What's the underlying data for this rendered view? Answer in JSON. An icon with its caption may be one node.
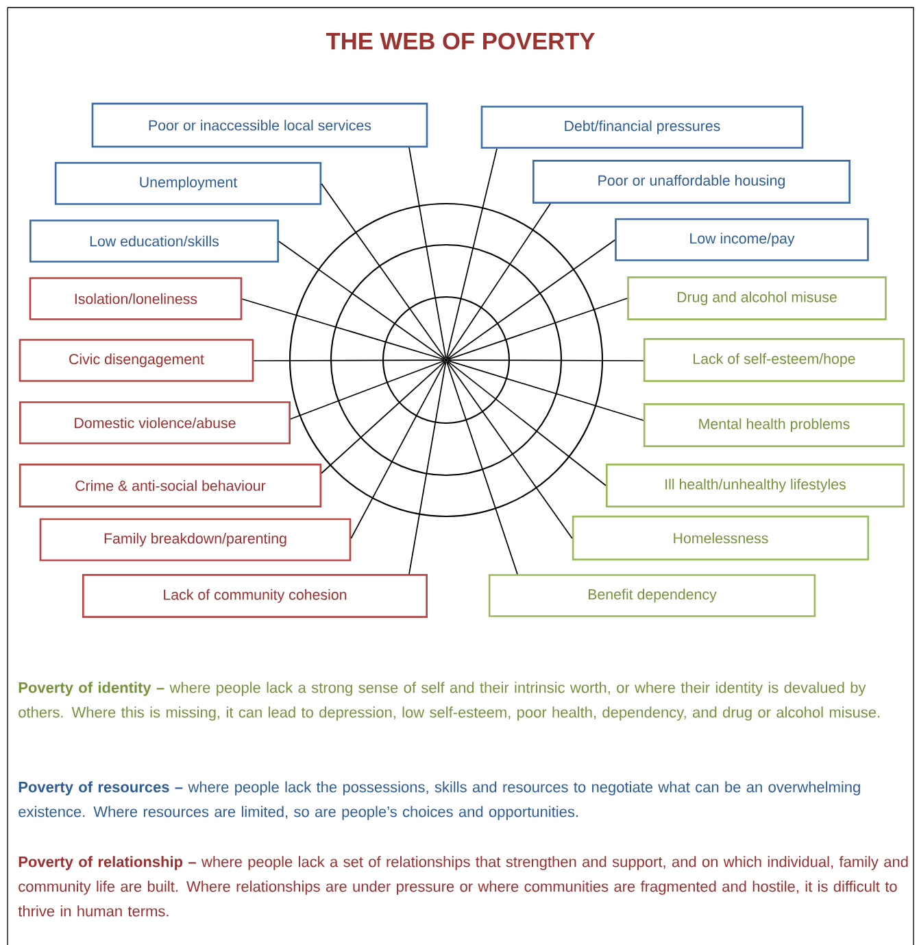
{
  "diagram": {
    "title": "THE WEB OF POVERTY",
    "nodes": [
      {
        "text": [
          "Poor or inaccessible local services"
        ]
      },
      {
        "text": [
          "Debt/financial pressures"
        ]
      },
      {
        "text": [
          "Unemployment"
        ]
      },
      {
        "text": [
          "Poor or unaffordable housing"
        ]
      },
      {
        "text": [
          "Low education/skills"
        ]
      },
      {
        "text": [
          "Low income/pay"
        ]
      },
      {
        "text": [
          "Isolation/loneliness"
        ]
      },
      {
        "text": [
          "Drug and alcohol misuse"
        ]
      },
      {
        "text": [
          "Civic disengagement"
        ]
      },
      {
        "text": [
          "Lack of self-esteem/hope"
        ]
      },
      {
        "text": [
          "Domestic violence/abuse"
        ]
      },
      {
        "text": [
          "Mental health problems"
        ]
      },
      {
        "text": [
          "Crime & anti-social behaviour"
        ]
      },
      {
        "text": [
          "Ill health/unhealthy lifestyles"
        ]
      },
      {
        "text": [
          "Family breakdown/parenting"
        ]
      },
      {
        "text": [
          "Homelessness"
        ]
      },
      {
        "text": [
          "Lack of community cohesion"
        ]
      },
      {
        "text": [
          "Benefit dependency"
        ]
      },
      {
        "text": [],
        "shape": "circle"
      }
    ],
    "edges": [
      {
        "from": 0,
        "to": 18,
        "arrow": "none"
      },
      {
        "from": 1,
        "to": 18,
        "arrow": "none"
      },
      {
        "from": 2,
        "to": 18,
        "arrow": "none"
      },
      {
        "from": 3,
        "to": 18,
        "arrow": "none"
      },
      {
        "from": 4,
        "to": 18,
        "arrow": "none"
      },
      {
        "from": 5,
        "to": 18,
        "arrow": "none"
      },
      {
        "from": 6,
        "to": 18,
        "arrow": "none"
      },
      {
        "from": 7,
        "to": 18,
        "arrow": "none"
      },
      {
        "from": 8,
        "to": 18,
        "arrow": "none"
      },
      {
        "from": 9,
        "to": 18,
        "arrow": "none"
      },
      {
        "from": 10,
        "to": 18,
        "arrow": "none"
      },
      {
        "from": 11,
        "to": 18,
        "arrow": "none"
      },
      {
        "from": 12,
        "to": 18,
        "arrow": "none"
      },
      {
        "from": 13,
        "to": 18,
        "arrow": "none"
      },
      {
        "from": 14,
        "to": 18,
        "arrow": "none"
      },
      {
        "from": 15,
        "to": 18,
        "arrow": "none"
      },
      {
        "from": 16,
        "to": 18,
        "arrow": "none"
      },
      {
        "from": 17,
        "to": 18,
        "arrow": "none"
      }
    ],
    "labels": [
      "**Poverty of identity –** where people lack a strong sense of self and their intrinsic worth, or where their identity is devalued by others. Where this is missing, it can lead to depression, low self-esteem, poor health, dependency, and drug or alcohol misuse.",
      "**Poverty of resources –** where people lack the possessions, skills and resources to negotiate what can be an overwhelming existence. Where resources are limited, so are people’s choices and opportunities.",
      "**Poverty of relationship –** where people lack a set of relationships that strengthen and support, and on which individual, family and community life are built. Where relationships are under pressure or where communities are fragmented and hostile, it is difficult to thrive in human terms."
    ]
  }
}
